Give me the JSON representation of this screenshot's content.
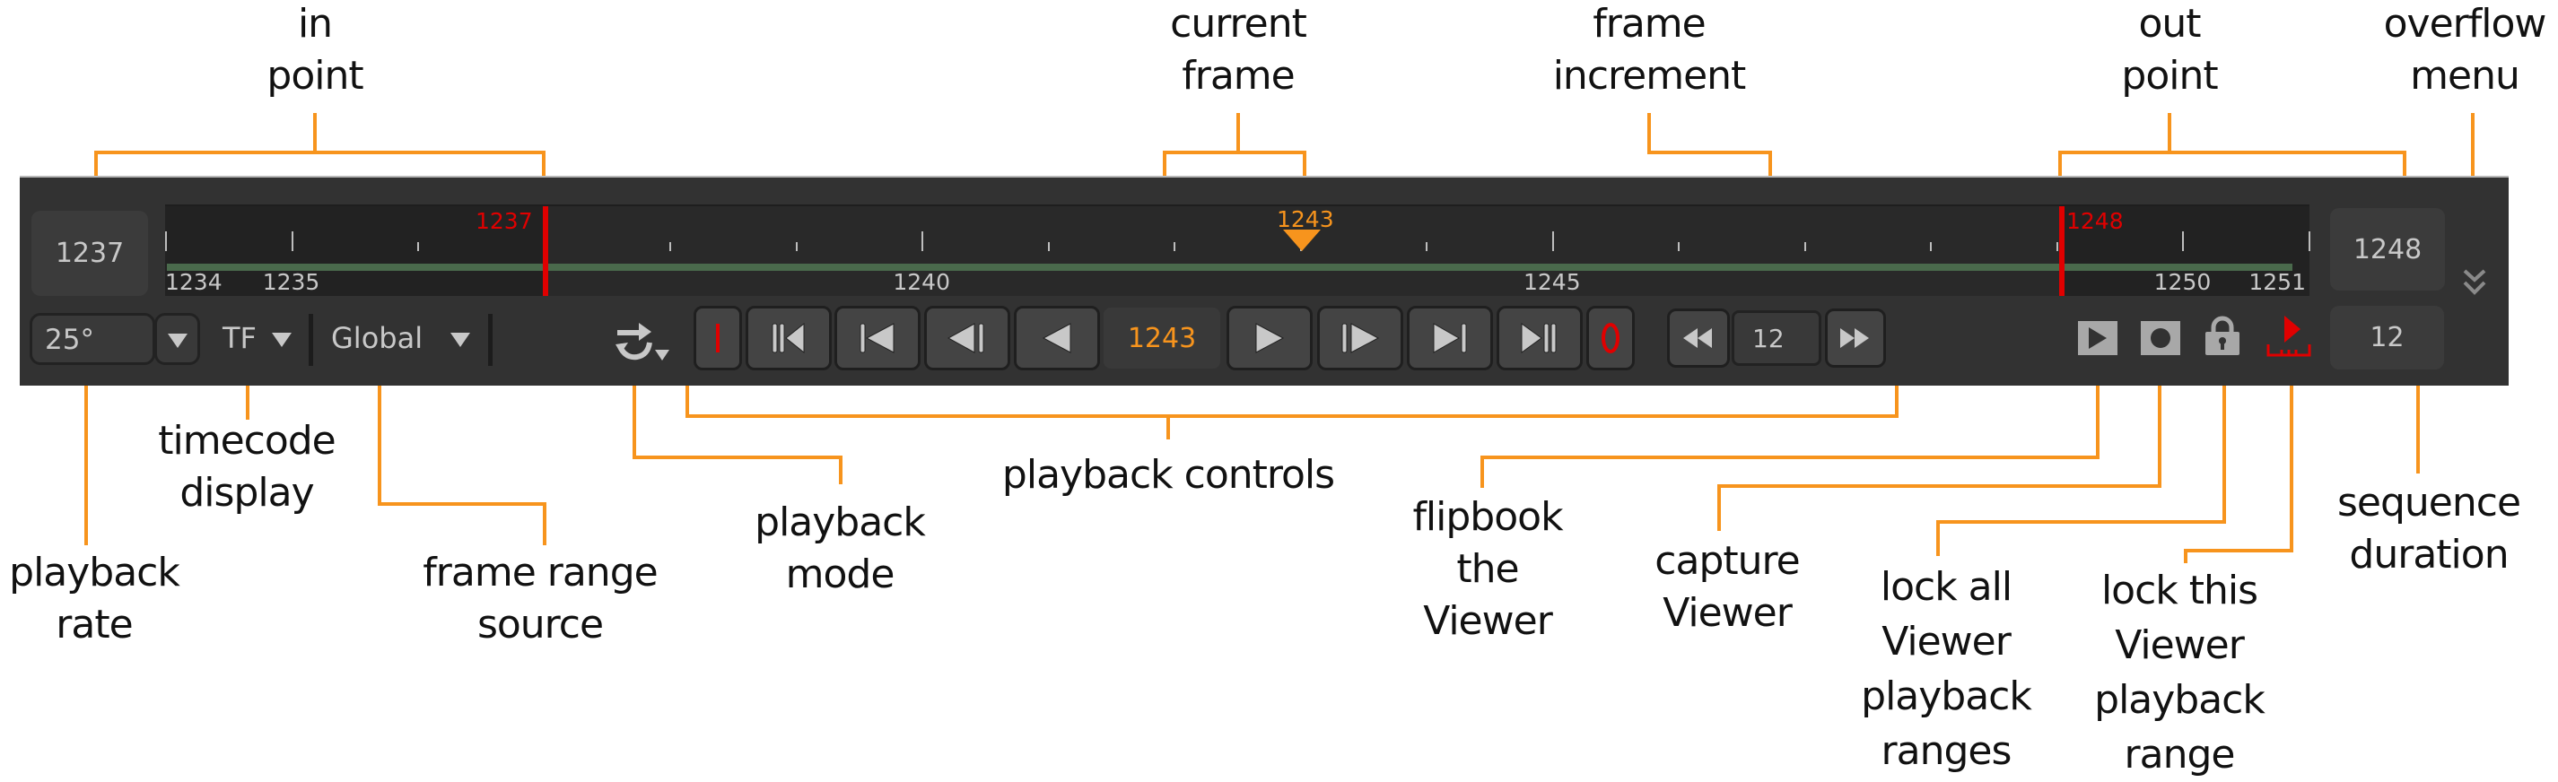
{
  "annotations": {
    "in_point": "in\npoint",
    "current_frame": "current\nframe",
    "frame_increment": "frame\nincrement",
    "out_point": "out\npoint",
    "overflow_menu": "overflow\nmenu",
    "playback_rate": "playback\nrate",
    "timecode_display": "timecode\ndisplay",
    "frame_range_source": "frame range\nsource",
    "playback_mode": "playback\nmode",
    "playback_controls": "playback controls",
    "flipbook_viewer": "flipbook\nthe\nViewer",
    "capture_viewer": "capture\nViewer",
    "lock_all": "lock all\nViewer\nplayback\nranges",
    "lock_this": "lock this\nViewer\nplayback\nrange",
    "sequence_duration": "sequence\nduration"
  },
  "colors": {
    "accent": "#f7941d",
    "marker_red": "#e00000",
    "panel_bg": "#323232",
    "playhead": "#f7941d"
  },
  "timeline": {
    "in_point": "1237",
    "out_point": "1248",
    "current_frame": "1243",
    "in_marker_label": "1237",
    "out_marker_label": "1248",
    "playhead_label": "1243",
    "visible_start_frame": 1234,
    "visible_end_frame": 1251,
    "tick_labels": [
      "1234",
      "1235",
      "1240",
      "1245",
      "1250",
      "1251"
    ]
  },
  "controls": {
    "playback_rate": "25°",
    "timecode_display": "TF",
    "frame_range_source": "Global",
    "current_frame_field": "1243",
    "frame_increment": "12",
    "sequence_duration": "12"
  },
  "icons": {
    "playback_mode": "loop-repeat-icon",
    "set_in": "set-in-point-icon",
    "first_frame": "go-to-start-icon",
    "prev_keyframe": "previous-keyframe-icon",
    "prev_frame": "previous-frame-icon",
    "play_backward": "play-backward-icon",
    "play_forward": "play-forward-icon",
    "next_frame": "next-frame-icon",
    "next_keyframe": "next-keyframe-icon",
    "last_frame": "go-to-end-icon",
    "set_out": "set-out-point-icon",
    "skip_back": "skip-back-increment-icon",
    "skip_forward": "skip-forward-increment-icon",
    "flipbook": "flipbook-icon",
    "capture": "capture-icon",
    "lock_all": "lock-icon",
    "lock_this": "lock-range-icon",
    "overflow": "double-chevron-down-icon"
  }
}
